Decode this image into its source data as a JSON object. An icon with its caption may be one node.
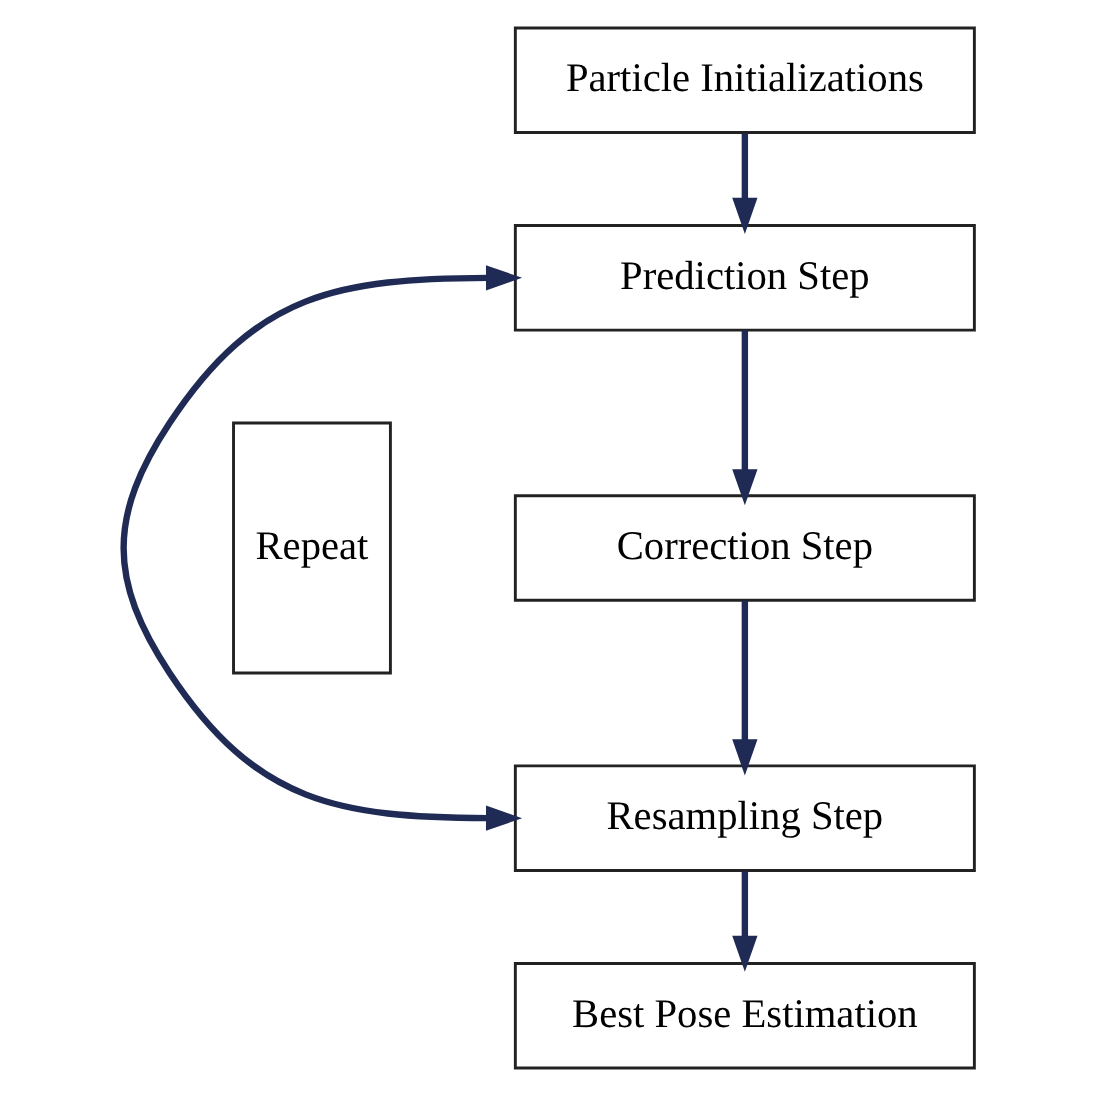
{
  "diagram": {
    "nodes": [
      {
        "text": [
          "Particle Initializations"
        ]
      },
      {
        "text": [
          "Prediction Step"
        ]
      },
      {
        "text": [
          "Repeat"
        ]
      },
      {
        "text": [
          "Correction Step"
        ]
      },
      {
        "text": [
          "Resampling Step"
        ]
      },
      {
        "text": [
          "Best Pose Estimation"
        ]
      }
    ],
    "edges": [
      {
        "from": 0,
        "to": 1,
        "arrow": "to"
      },
      {
        "from": 1,
        "to": 3,
        "arrow": "to"
      },
      {
        "from": 3,
        "to": 4,
        "arrow": "to"
      },
      {
        "from": 4,
        "to": 5,
        "arrow": "to"
      },
      {
        "from": 4,
        "to": 1,
        "arrow": "both"
      }
    ]
  }
}
